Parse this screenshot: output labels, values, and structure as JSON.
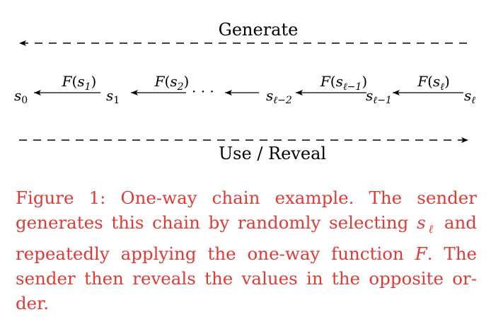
{
  "diagram": {
    "top_label": "Generate",
    "bottom_label": "Use / Reveal",
    "ellipsis": "· · ·",
    "nodes": [
      {
        "base": "s",
        "sub": "0"
      },
      {
        "base": "s",
        "sub": "1"
      },
      {
        "base": "s",
        "sub": "ℓ−2"
      },
      {
        "base": "s",
        "sub": "ℓ−1"
      },
      {
        "base": "s",
        "sub": "ℓ"
      }
    ],
    "functions": [
      {
        "name": "F",
        "open": "(",
        "base": "s",
        "sub": "1",
        "close": ")"
      },
      {
        "name": "F",
        "open": "(",
        "base": "s",
        "sub": "2",
        "close": ")"
      },
      {
        "name": "F",
        "open": "(",
        "base": "s",
        "sub": "ℓ−1",
        "close": ")"
      },
      {
        "name": "F",
        "open": "(",
        "base": "s",
        "sub": "ℓ",
        "close": ")"
      }
    ]
  },
  "caption": {
    "prefix": "Figure 1:  One-way chain example.  The sender generates this chain by randomly selecting ",
    "var_base": "s",
    "var_sub": "ℓ",
    "middle": " and repeatedly applying the one-way function ",
    "func": "F",
    "suffix": ". The sender then reveals the values in the opposite or-der."
  },
  "colors": {
    "caption": "#e03a35",
    "diagram": "#000000"
  }
}
